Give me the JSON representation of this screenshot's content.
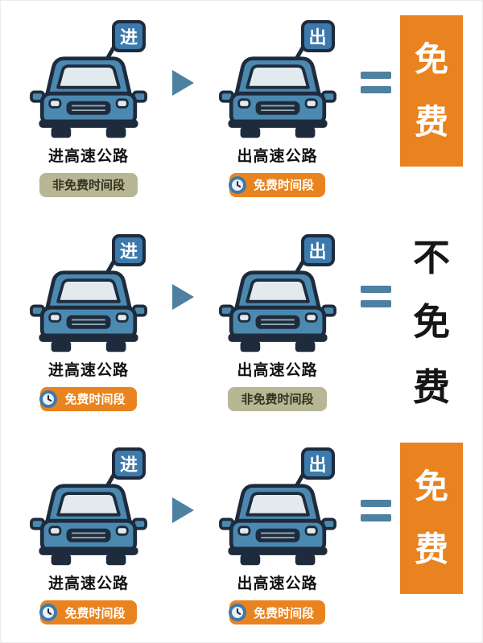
{
  "colors": {
    "accent_orange": "#E8831F",
    "badge_tan": "#B7B695",
    "car_blue": "#4C89B0",
    "sign_blue": "#3C79AD",
    "outline_navy": "#1E2B3C",
    "symbol_teal": "#4D80A1"
  },
  "icons": {
    "car": "front-facing-car",
    "clock": "🕘",
    "arrow_right": "▶",
    "equals": "="
  },
  "rows": [
    {
      "left_car": {
        "sign_label": "进",
        "caption": "进高速公路",
        "badge": {
          "label": "非免费时间段",
          "style": "nonfree",
          "has_clock": false
        }
      },
      "right_car": {
        "sign_label": "出",
        "caption": "出高速公路",
        "badge": {
          "label": "免费时间段",
          "style": "free",
          "has_clock": true
        }
      },
      "result": {
        "label": "免费",
        "style": "free-orange"
      }
    },
    {
      "left_car": {
        "sign_label": "进",
        "caption": "进高速公路",
        "badge": {
          "label": "免费时间段",
          "style": "free",
          "has_clock": true
        }
      },
      "right_car": {
        "sign_label": "出",
        "caption": "出高速公路",
        "badge": {
          "label": "非免费时间段",
          "style": "nonfree",
          "has_clock": false
        }
      },
      "result": {
        "label": "不免费",
        "style": "not-free"
      }
    },
    {
      "left_car": {
        "sign_label": "进",
        "caption": "进高速公路",
        "badge": {
          "label": "免费时间段",
          "style": "free",
          "has_clock": true
        }
      },
      "right_car": {
        "sign_label": "出",
        "caption": "出高速公路",
        "badge": {
          "label": "免费时间段",
          "style": "free",
          "has_clock": true
        }
      },
      "result": {
        "label": "免费",
        "style": "free-orange"
      }
    }
  ]
}
